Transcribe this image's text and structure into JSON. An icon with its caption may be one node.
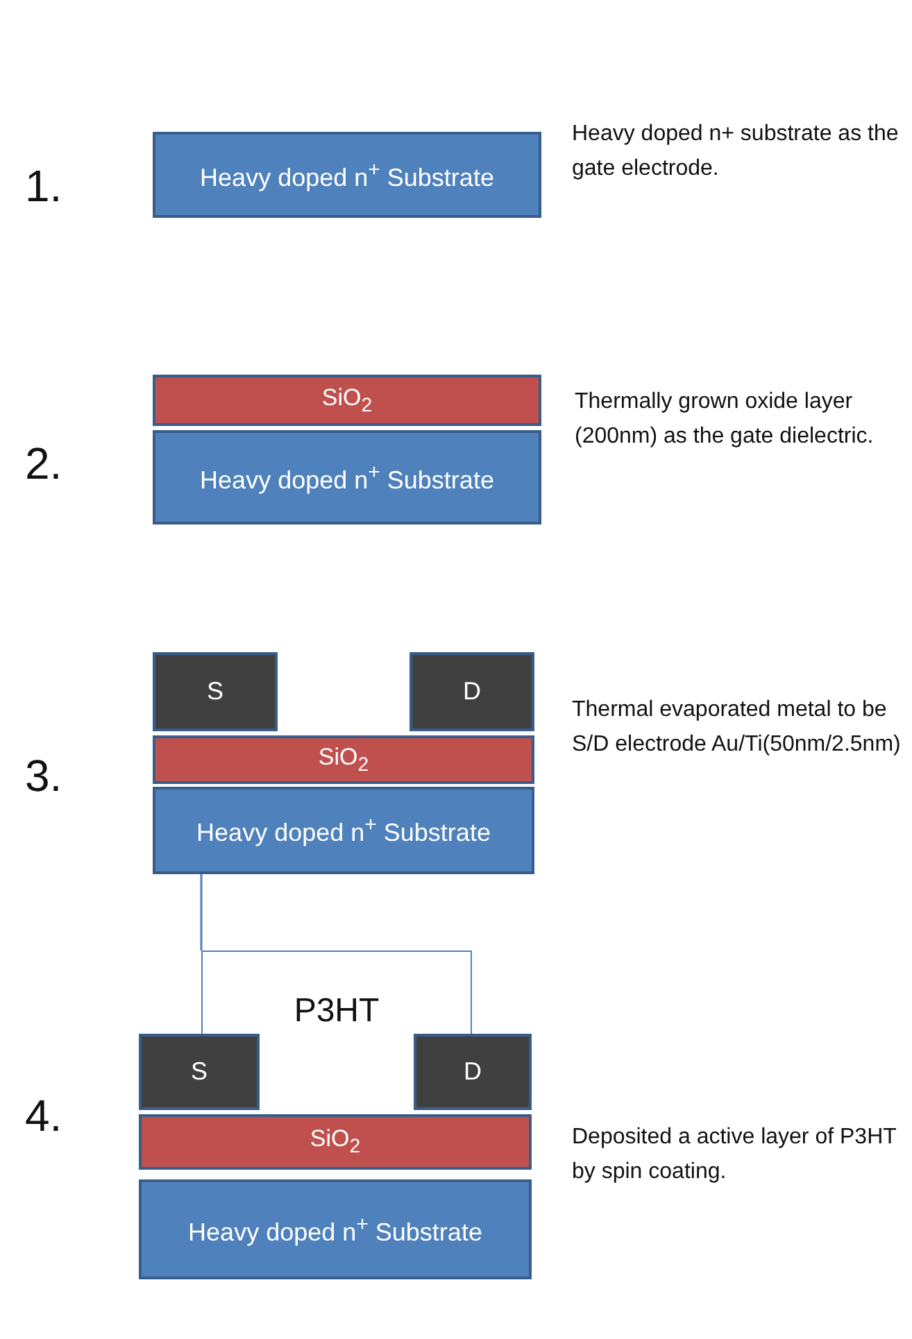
{
  "diagram": {
    "nodes": [
      {
        "text": [
          "Heavy doped n$^{+}$ Substrate"
        ]
      },
      {
        "text": [
          "SiO$_{2}$"
        ]
      },
      {
        "text": [
          "Heavy doped n$^{+}$ Substrate"
        ]
      },
      {
        "text": [
          "S"
        ]
      },
      {
        "text": [
          "D"
        ]
      },
      {
        "text": [
          "SiO$_{2}$"
        ]
      },
      {
        "text": [
          "Heavy doped n$^{+}$ Substrate"
        ]
      },
      {
        "text": [
          "P3HT"
        ]
      },
      {
        "text": [
          "S"
        ]
      },
      {
        "text": [
          "D"
        ]
      },
      {
        "text": [
          "SiO$_{2}$"
        ]
      },
      {
        "text": [
          "Heavy doped n$^{+}$ Substrate"
        ]
      }
    ],
    "edges": [
      {
        "from": 6,
        "to": 7,
        "arrow": "none"
      }
    ],
    "labels": [
      "1.",
      "Heavy doped n+ substrate as the gate electrode.",
      "2.",
      "Thermally grown oxide layer (200nm) as the gate dielectric.",
      "3.",
      "Thermal evaporated metal to be S/D electrode Au/Ti(50nm/2.5nm)",
      "4.",
      "Deposited a active layer of P3HT by spin coating."
    ]
  }
}
